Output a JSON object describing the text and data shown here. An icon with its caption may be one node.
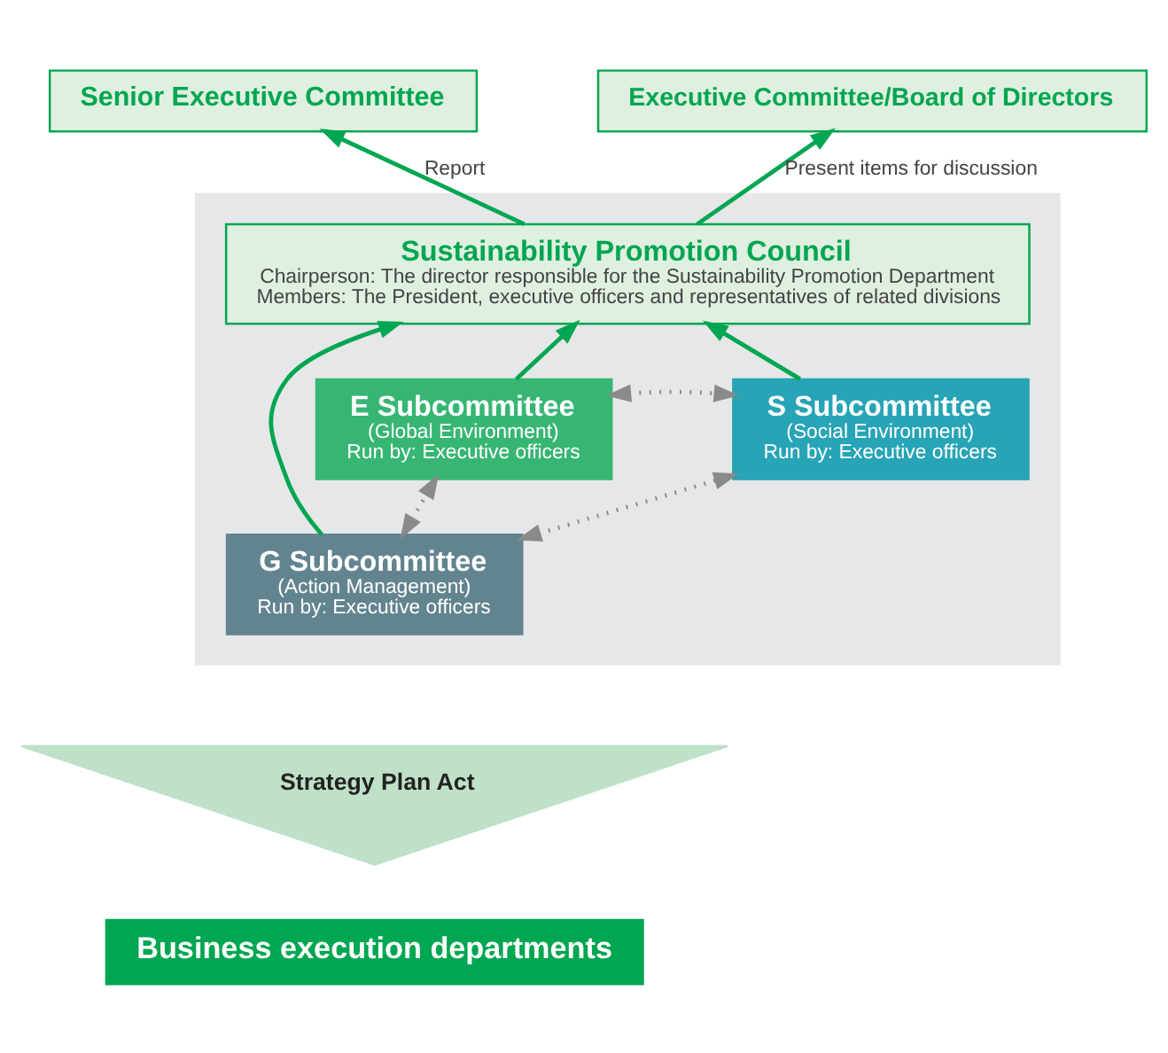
{
  "diagram": {
    "nodes": [
      {
        "text": [
          "Senior Executive Committee"
        ]
      },
      {
        "text": [
          "Executive Committee/Board of Directors"
        ]
      },
      {
        "text": [],
        "shape": "box"
      },
      {
        "text": [
          "Sustainability Promotion Council",
          "Chairperson: The director responsible for the Sustainability Promotion Department",
          "Members: The President, executive officers and representatives of related divisions"
        ],
        "in": 2
      },
      {
        "text": [
          "E Subcommittee",
          "(Global Environment)",
          "Run by: Executive officers"
        ],
        "in": 2
      },
      {
        "text": [
          "S Subcommittee",
          "(Social Environment)",
          "Run by: Executive officers"
        ],
        "in": 2
      },
      {
        "text": [
          "G Subcommittee",
          "(Action Management)",
          "Run by: Executive officers"
        ],
        "in": 2
      },
      {
        "text": [
          "Strategy Plan Act"
        ]
      },
      {
        "text": [
          "Business execution departments"
        ]
      }
    ],
    "edges": [
      {
        "from": 3,
        "to": 0,
        "arrow": "to",
        "label": "Report"
      },
      {
        "from": 3,
        "to": 1,
        "arrow": "to",
        "label": "Present items for discussion"
      },
      {
        "from": 4,
        "to": 3,
        "arrow": "to"
      },
      {
        "from": 6,
        "to": 3,
        "arrow": "to"
      },
      {
        "from": 5,
        "to": 3,
        "arrow": "to"
      },
      {
        "from": 4,
        "to": 5,
        "arrow": "both",
        "style": "dashed",
        "color": "#8a8a8a"
      },
      {
        "from": 6,
        "to": 4,
        "arrow": "both",
        "style": "dashed",
        "color": "#8a8a8a"
      },
      {
        "from": 6,
        "to": 5,
        "arrow": "both",
        "style": "dashed",
        "color": "#8a8a8a"
      }
    ]
  }
}
